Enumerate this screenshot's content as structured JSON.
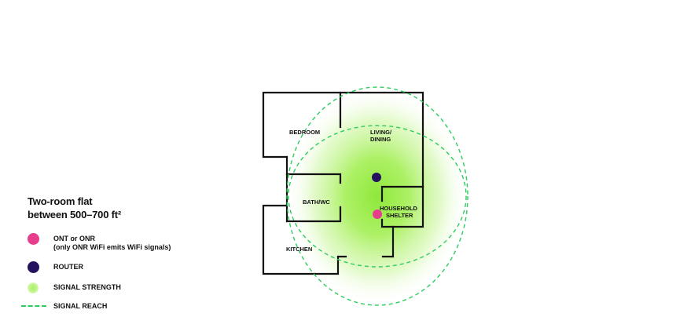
{
  "legend": {
    "title_line1": "Two-room flat",
    "title_line2": "between 500–700 ft²",
    "items": [
      {
        "icon": "pink-dot-icon",
        "label": "ONT or ONR",
        "sublabel": "(only ONR WiFi emits WiFi signals)",
        "color": "#e63e8d"
      },
      {
        "icon": "purple-dot-icon",
        "label": "ROUTER",
        "color": "#24125e"
      },
      {
        "icon": "green-glow-icon",
        "label": "SIGNAL STRENGTH",
        "color": "#9ef04e"
      },
      {
        "icon": "dashed-line-icon",
        "label": "SIGNAL REACH",
        "color": "#2ecc5e"
      }
    ]
  },
  "floorplan": {
    "rooms": [
      {
        "name": "bedroom",
        "label": "BEDROOM"
      },
      {
        "name": "living-dining",
        "label_line1": "LIVING/",
        "label_line2": "DINING"
      },
      {
        "name": "bath-wc",
        "label": "BATH/WC"
      },
      {
        "name": "household-shelter",
        "label_line1": "HOUSEHOLD",
        "label_line2": "SHELTER"
      },
      {
        "name": "kitchen",
        "label": "KITCHEN"
      }
    ],
    "colors": {
      "wall": "#111111",
      "signal": "#9ef04e",
      "reach": "#2ecc5e",
      "router": "#24125e",
      "ont": "#e63e8d"
    }
  }
}
